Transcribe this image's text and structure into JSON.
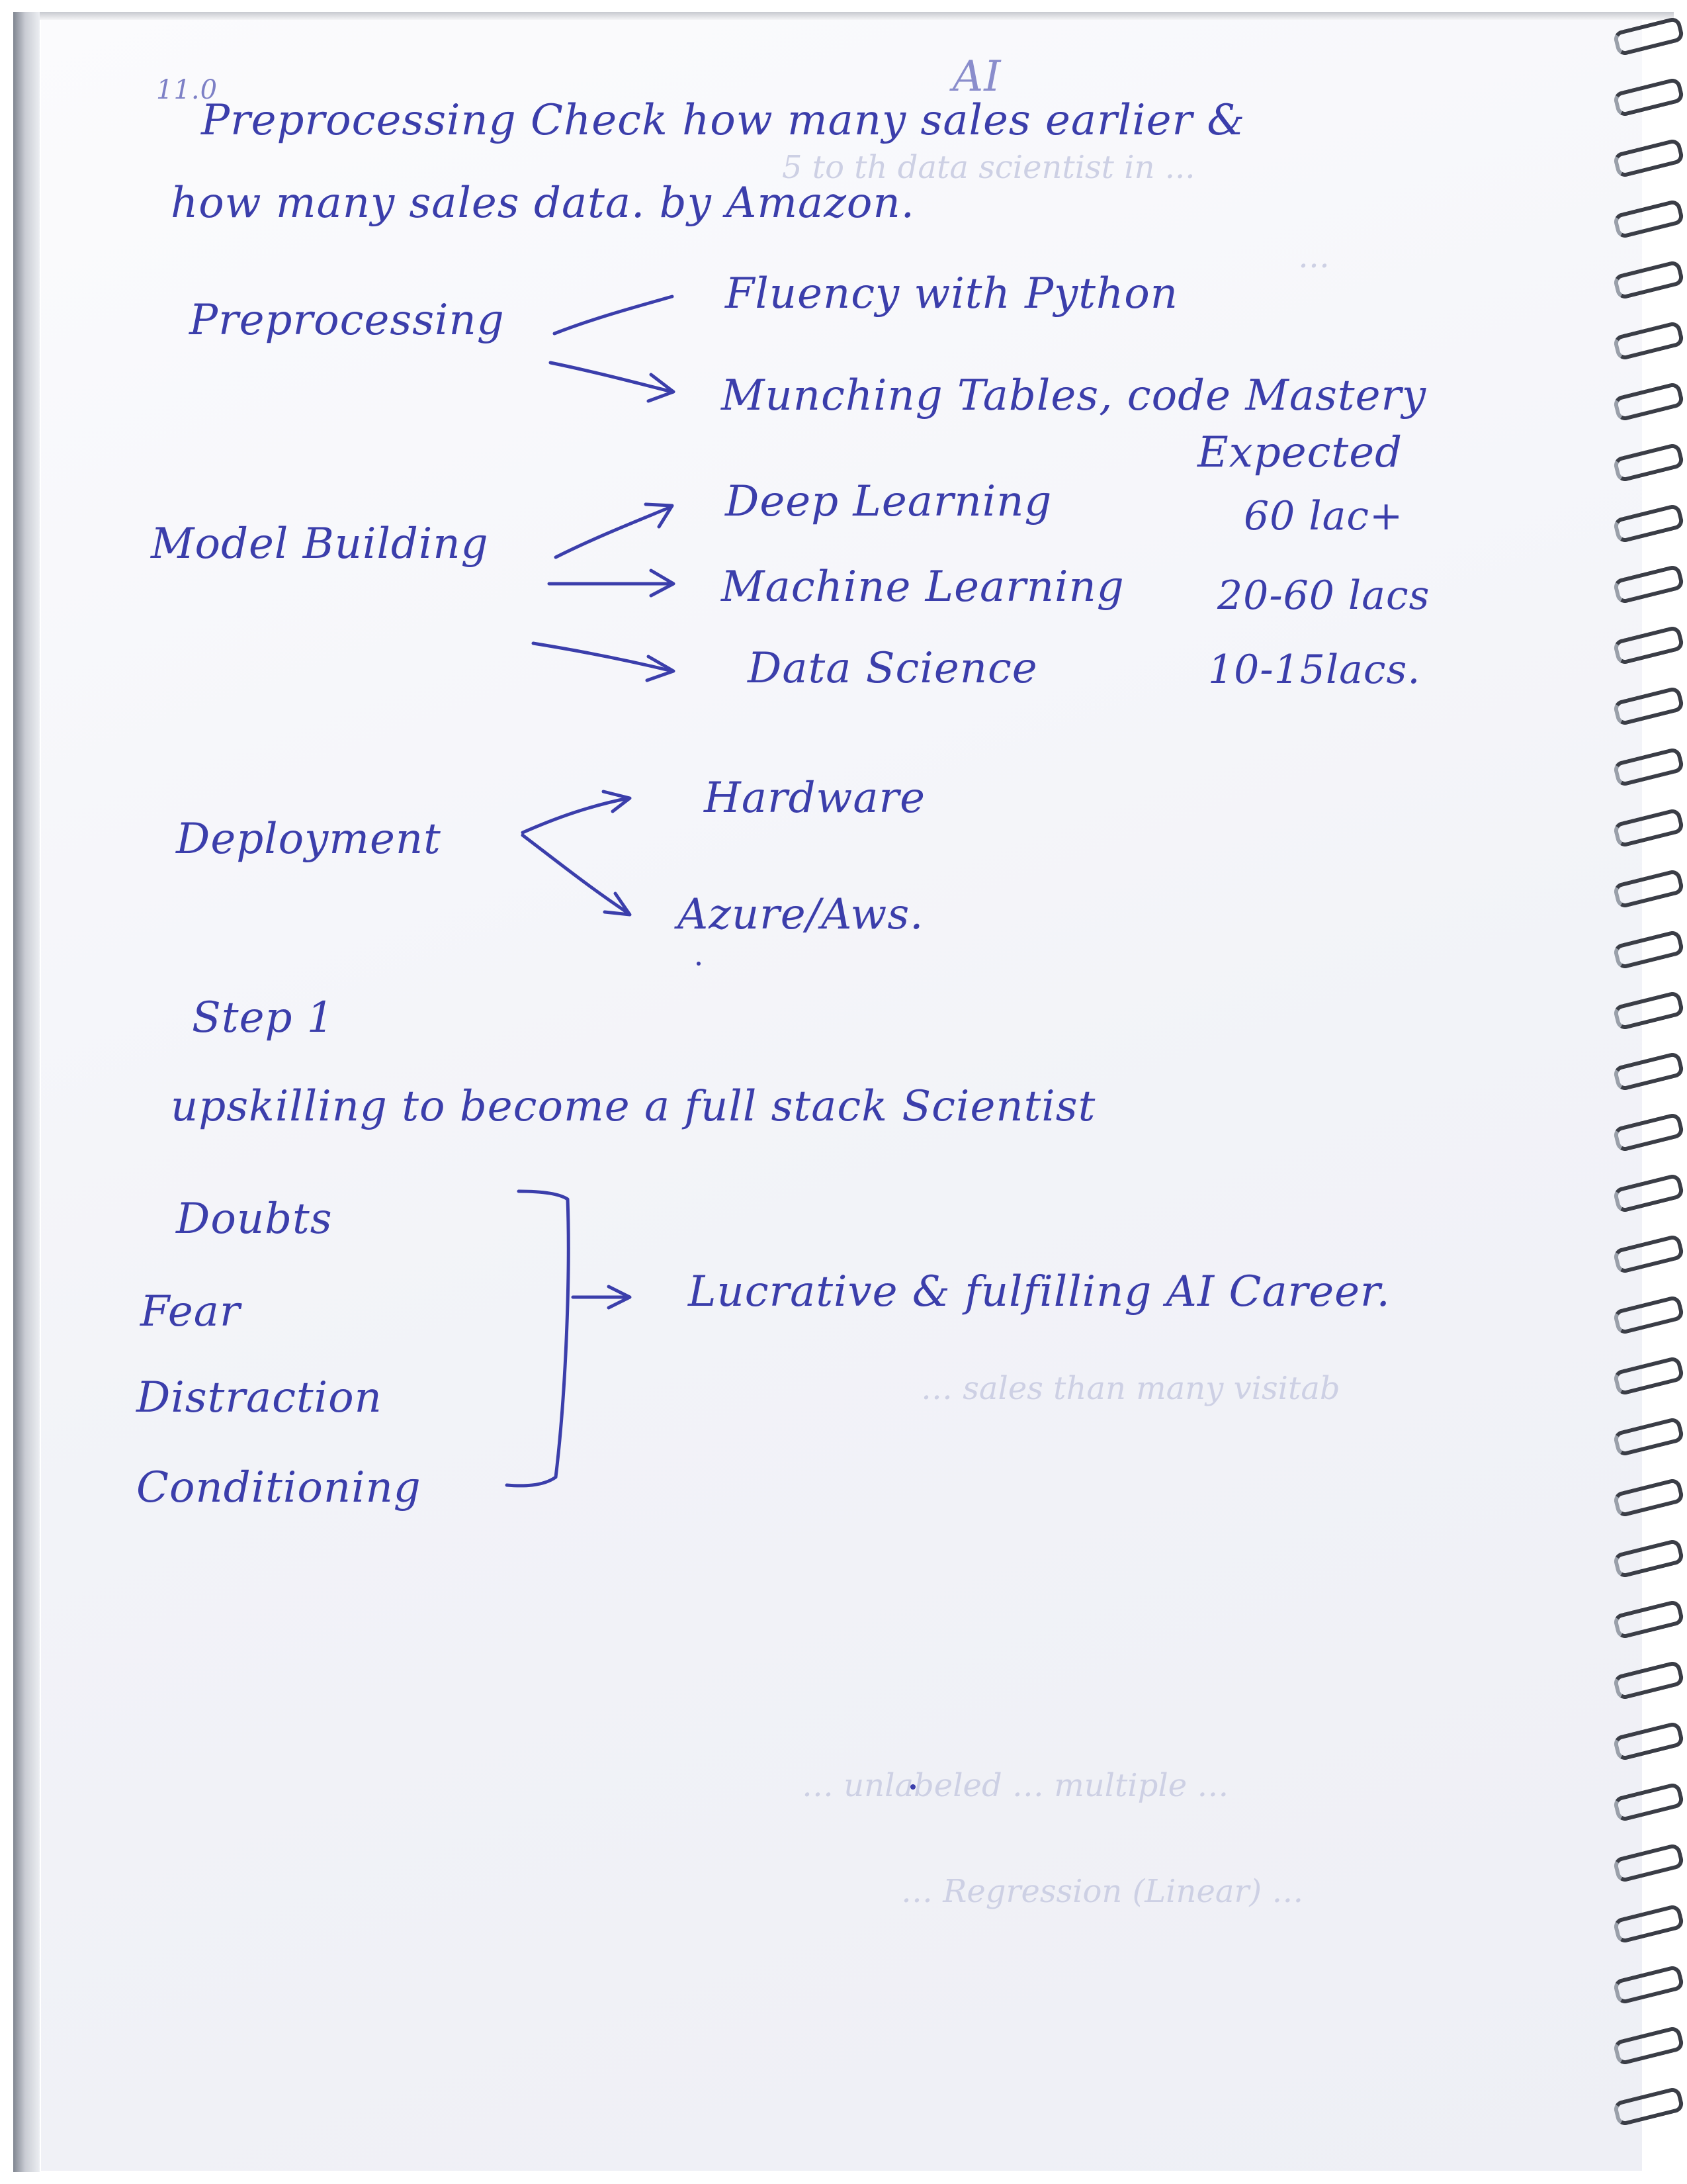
{
  "colors": {
    "ink": "#3b3eab",
    "paper": "#f6f6fa",
    "ghost": "#cdd0e4"
  },
  "note": {
    "intro": [
      "Preprocessing Check how many sales earlier &",
      "how many sales data. by Amazon."
    ],
    "sections": [
      {
        "label": "Preprocessing",
        "branches": [
          "Fluency with Python",
          "Munching Tables, code Mastery"
        ]
      },
      {
        "label": "Model Building",
        "branches": [
          "Deep Learning",
          "Machine Learning",
          "Data Science"
        ]
      },
      {
        "label": "Deployment",
        "branches": [
          "Hardware",
          "Azure/Aws."
        ]
      }
    ],
    "expected_header": "Expected",
    "expected_values": [
      "60 lac+",
      "20-60 lacs",
      "10-15lacs."
    ],
    "margin_marks": [
      "11.0",
      "AI"
    ],
    "step": "Step 1",
    "upskilling": "upskilling to become a full stack Scientist",
    "barriers": [
      "Doubts",
      "Fear",
      "Distraction",
      "Conditioning"
    ],
    "outcome": "Lucrative & fulfilling AI Career."
  }
}
